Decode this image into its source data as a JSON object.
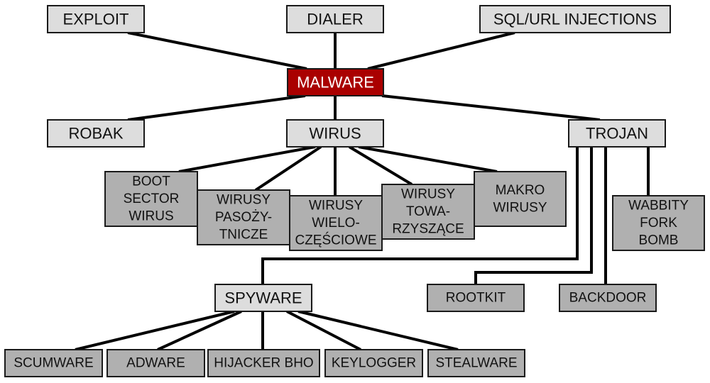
{
  "diagram": {
    "title": "MALWARE",
    "colors": {
      "root": "#aa0000",
      "category": "#dddddd",
      "leaf": "#b0b0b0",
      "edge": "#000000"
    },
    "nodes": [
      {
        "id": "malware",
        "type": "root",
        "lines": [
          "MALWARE"
        ]
      },
      {
        "id": "exploit",
        "type": "category",
        "lines": [
          "EXPLOIT"
        ]
      },
      {
        "id": "dialer",
        "type": "category",
        "lines": [
          "DIALER"
        ]
      },
      {
        "id": "sql",
        "type": "category",
        "lines": [
          "SQL/URL INJECTIONS"
        ]
      },
      {
        "id": "robak",
        "type": "category",
        "lines": [
          "ROBAK"
        ]
      },
      {
        "id": "wirus",
        "type": "category",
        "lines": [
          "WIRUS"
        ]
      },
      {
        "id": "trojan",
        "type": "category",
        "lines": [
          "TROJAN"
        ]
      },
      {
        "id": "boot",
        "type": "leaf",
        "lines": [
          "BOOT",
          "SECTOR",
          "WIRUS"
        ]
      },
      {
        "id": "pasoz",
        "type": "leaf",
        "lines": [
          "WIRUSY",
          "PASOŻY-",
          "TNICZE"
        ]
      },
      {
        "id": "wielo",
        "type": "leaf",
        "lines": [
          "WIRUSY",
          "WIELO-",
          "CZĘŚCIOWE"
        ]
      },
      {
        "id": "towa",
        "type": "leaf",
        "lines": [
          "WIRUSY",
          "TOWA-",
          "RZYSZĄCE"
        ]
      },
      {
        "id": "makro",
        "type": "leaf",
        "lines": [
          "MAKRO",
          "WIRUSY"
        ]
      },
      {
        "id": "wabbity",
        "type": "leaf",
        "lines": [
          "WABBITY",
          "FORK",
          "BOMB"
        ]
      },
      {
        "id": "spyware",
        "type": "category",
        "lines": [
          "SPYWARE"
        ]
      },
      {
        "id": "rootkit",
        "type": "leaf",
        "lines": [
          "ROOTKIT"
        ]
      },
      {
        "id": "backdoor",
        "type": "leaf",
        "lines": [
          "BACKDOOR"
        ]
      },
      {
        "id": "scumware",
        "type": "leaf",
        "lines": [
          "SCUMWARE"
        ]
      },
      {
        "id": "adware",
        "type": "leaf",
        "lines": [
          "ADWARE"
        ]
      },
      {
        "id": "hijacker",
        "type": "leaf",
        "lines": [
          "HIJACKER BHO"
        ]
      },
      {
        "id": "keylogger",
        "type": "leaf",
        "lines": [
          "KEYLOGGER"
        ]
      },
      {
        "id": "stealware",
        "type": "leaf",
        "lines": [
          "STEALWARE"
        ]
      }
    ],
    "edges": [
      [
        "malware",
        "exploit"
      ],
      [
        "malware",
        "dialer"
      ],
      [
        "malware",
        "sql"
      ],
      [
        "malware",
        "robak"
      ],
      [
        "malware",
        "wirus"
      ],
      [
        "malware",
        "trojan"
      ],
      [
        "wirus",
        "boot"
      ],
      [
        "wirus",
        "pasoz"
      ],
      [
        "wirus",
        "wielo"
      ],
      [
        "wirus",
        "towa"
      ],
      [
        "wirus",
        "makro"
      ],
      [
        "trojan",
        "spyware"
      ],
      [
        "trojan",
        "rootkit"
      ],
      [
        "trojan",
        "backdoor"
      ],
      [
        "trojan",
        "wabbity"
      ],
      [
        "spyware",
        "scumware"
      ],
      [
        "spyware",
        "adware"
      ],
      [
        "spyware",
        "hijacker"
      ],
      [
        "spyware",
        "keylogger"
      ],
      [
        "spyware",
        "stealware"
      ]
    ]
  }
}
